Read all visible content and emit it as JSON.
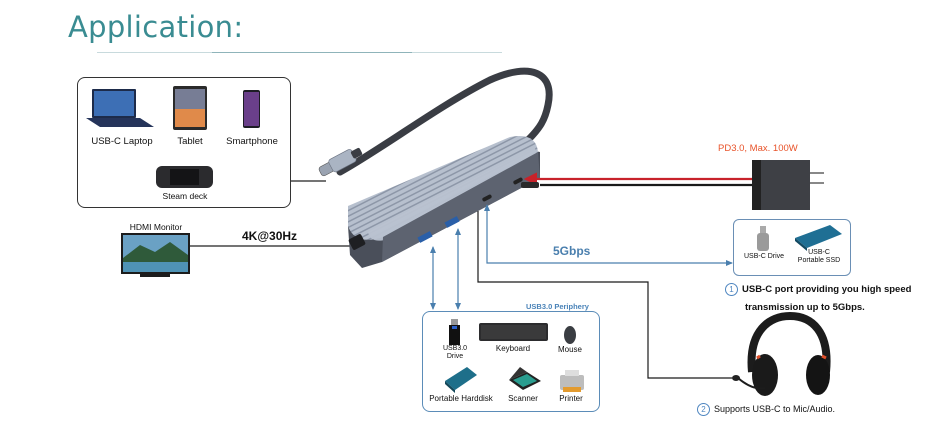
{
  "header": {
    "title": "Application:"
  },
  "hosts": {
    "items": [
      {
        "label": "USB-C Laptop",
        "icon": "laptop-icon"
      },
      {
        "label": "Tablet",
        "icon": "tablet-icon"
      },
      {
        "label": "Smartphone",
        "icon": "smartphone-icon"
      },
      {
        "label": "Steam deck",
        "icon": "steam-deck-icon"
      }
    ]
  },
  "hdmi": {
    "device_label": "HDMI Monitor",
    "speed": "4K@30Hz"
  },
  "power": {
    "label": "PD3.0, Max. 100W",
    "color": "#e8532a"
  },
  "usbc_data": {
    "speed": "5Gbps",
    "devices": [
      {
        "label": "USB-C Drive",
        "icon": "usb-c-drive-icon"
      },
      {
        "label": "USB-C Portable SSD",
        "line1": "USB-C",
        "line2": "Portable SSD",
        "icon": "ssd-icon"
      }
    ],
    "note_number": "1",
    "note_line1": "USB-C port providing you high speed",
    "note_line2": "transmission up to 5Gbps."
  },
  "usb3": {
    "header": "USB3.0 Periphery",
    "devices": [
      {
        "label": "USB3.0 Drive",
        "line1": "USB3.0",
        "line2": "Drive",
        "icon": "usb-drive-icon"
      },
      {
        "label": "Keyboard",
        "icon": "keyboard-icon"
      },
      {
        "label": "Mouse",
        "icon": "mouse-icon"
      },
      {
        "label": "Portable Harddisk",
        "icon": "harddisk-icon"
      },
      {
        "label": "Scanner",
        "icon": "scanner-icon"
      },
      {
        "label": "Printer",
        "icon": "printer-icon"
      }
    ]
  },
  "audio": {
    "note_number": "2",
    "note": "Supports USB-C to Mic/Audio.",
    "icon": "headset-icon"
  },
  "colors": {
    "accent_teal": "#3a8c92",
    "line_blue": "#4a7fae",
    "power_red": "#c8222a",
    "box_blue": "#5b8cb8"
  }
}
